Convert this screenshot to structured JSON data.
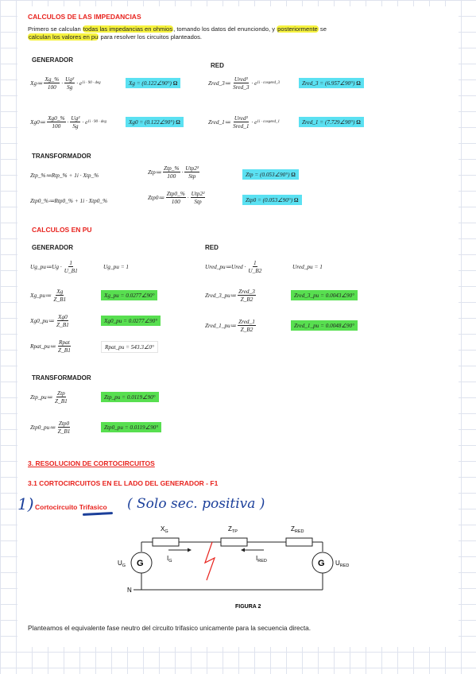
{
  "title": "CALCULOS DE LAS IMPEDANCIAS",
  "intro": {
    "p1": "Primero se calculan ",
    "h1": "todas las impedancias en ohmios",
    "p2": ", tomando los datos del enunciondo, y ",
    "h2": "posteriormente",
    "p3": " se",
    "h3": "calculan los valores en pu",
    "p4": " para resolver los circuitos planteados."
  },
  "ohm": {
    "generador_title": "GENERADOR",
    "red_title": "RED",
    "xg_lhs": "Xg≔",
    "xg_n1": "Xg_%",
    "xg_d1": "100",
    "xg_n2": "Ug²",
    "xg_d2": "Sg",
    "xg_exp": "1i · 90 · deg",
    "xg_res": "Xg = (0.122∠90°)",
    "xg_unit": "Ω",
    "xg0_lhs": "Xg0≔",
    "xg0_n1": "Xg0_%",
    "xg0_d1": "100",
    "xg0_n2": "Ug²",
    "xg0_d2": "Sg",
    "xg0_exp": "1i · 90 · deg",
    "xg0_res": "Xg0 = (0.122∠90°)",
    "xg0_unit": "Ω",
    "zr3_lhs": "Zred_3≔",
    "zr3_n": "Ured²",
    "zr3_d": "Sred_3",
    "zr3_exp": "1i · cosφred_3",
    "zr3_res": "Zred_3 = (6.957∠90°)",
    "zr3_unit": "Ω",
    "zr1_lhs": "Zred_1≔",
    "zr1_n": "Ured²",
    "zr1_d": "Sred_1",
    "zr1_exp": "1i · cosφred_1",
    "zr1_res": "Zred_1 = (7.729∠90°)",
    "zr1_unit": "Ω",
    "trafo_title": "TRANSFORMADOR",
    "ztp_pct": "Ztp_%≔Rtp_% + 1i · Xtp_%",
    "ztp_lhs": "Ztp≔",
    "ztp_n1": "Ztp_%",
    "ztp_d1": "100",
    "ztp_n2": "Utp2²",
    "ztp_d2": "Stp",
    "ztp_res": "Ztp = (0.053∠90°)",
    "ztp_unit": "Ω",
    "ztp0_pct": "Ztp0_%≔Rtp0_% + 1i · Xtp0_%",
    "ztp0_lhs": "Ztp0≔",
    "ztp0_n1": "Ztp0_%",
    "ztp0_d1": "100",
    "ztp0_n2": "Utp2²",
    "ztp0_d2": "Stp",
    "ztp0_res": "Ztp0 = (0.053∠90°)",
    "ztp0_unit": "Ω"
  },
  "pu": {
    "title": "CALCULOS EN PU",
    "generador_title": "GENERADOR",
    "red_title": "RED",
    "ug_lhs": "Ug_pu≔Ug ·",
    "ug_n": "1",
    "ug_d": "U_B1",
    "ug_res": "Ug_pu = 1",
    "ur_lhs": "Ured_pu≔Ured ·",
    "ur_n": "1",
    "ur_d": "U_B2",
    "ur_res": "Ured_pu = 1",
    "xg_lhs": "Xg_pu≔",
    "xg_n": "Xg",
    "xg_d": "Z_B1",
    "xg_res": "Xg_pu = 0.0277∠90°",
    "xg0_lhs": "Xg0_pu≔",
    "xg0_n": "Xg0",
    "xg0_d": "Z_B1",
    "xg0_res": "Xg0_pu = 0.0277∠90°",
    "rp_lhs": "Rpat_pu≔",
    "rp_n": "Rpat",
    "rp_d": "Z_B1",
    "rp_res": "Rpat_pu = 543.3∠0°",
    "zr3_lhs": "Zred_3_pu≔",
    "zr3_n": "Zred_3",
    "zr3_d": "Z_B2",
    "zr3_res": "Zred_3_pu = 0.0043∠90°",
    "zr1_lhs": "Zred_1_pu≔",
    "zr1_n": "Zred_1",
    "zr1_d": "Z_B2",
    "zr1_res": "Zred_1_pu = 0.0048∠90°",
    "trafo_title": "TRANSFORMADOR",
    "ztp_lhs": "Ztp_pu≔",
    "ztp_n": "Ztp",
    "ztp_d": "Z_B1",
    "ztp_res": "Ztp_pu = 0.0119∠90°",
    "ztp0_lhs": "Ztp0_pu≔",
    "ztp0_n": "Ztp0",
    "ztp0_d": "Z_B1",
    "ztp0_res": "Ztp0_pu = 0.0119∠90°"
  },
  "section3": {
    "title": "3. RESOLUCION DE CORTOCIRCUITOS",
    "sub": "3.1 CORTOCIRCUITOS EN EL LADO DEL GENERADOR - F1",
    "hand_num": "1)",
    "item_label": "Cortocircuito ",
    "item_label_u": "Trifasico",
    "hand_note": "( Solo sec. positiva )"
  },
  "figure": {
    "xg": "X",
    "xg_sub": "G",
    "ztp": "Z",
    "ztp_sub": "TP",
    "zred": "Z",
    "zred_sub": "RED",
    "ig": "I",
    "ig_sub": "G",
    "ired": "I",
    "ired_sub": "RED",
    "ug": "U",
    "ug_sub": "G",
    "ured": "U",
    "ured_sub": "RED",
    "g": "G",
    "n": "N",
    "caption": "FIGURA 2"
  },
  "closing": "Planteamos el equivalente fase neutro del circuito trifasico unicamente para la secuencia directa.",
  "colors": {
    "heading": "#e8231e",
    "highlight": "#f6f23f",
    "cyan": "#5be1f2",
    "green": "#58df50",
    "ink": "#1b3f9a"
  }
}
